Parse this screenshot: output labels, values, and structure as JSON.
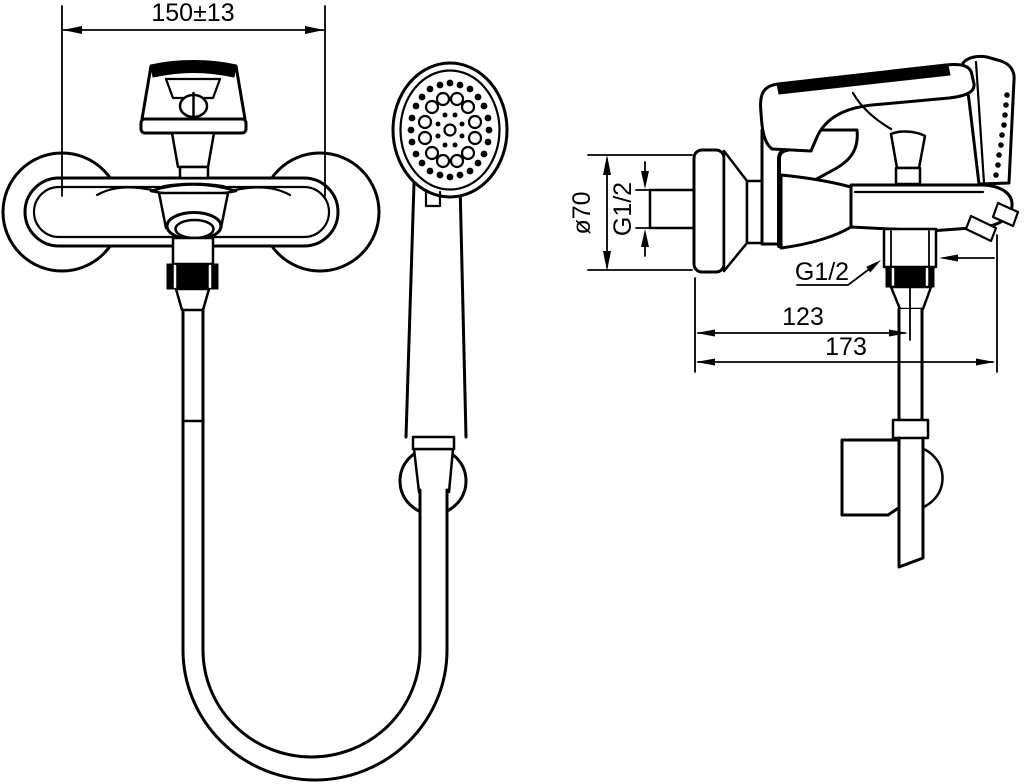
{
  "drawing": {
    "background_color": "#ffffff",
    "line_color": "#000000",
    "dimensions": {
      "front_width": "150±13",
      "escutcheon_diameter": "ø70",
      "wall_thread": "G1/2",
      "outlet_thread": "G1/2",
      "wall_to_outlet": "123",
      "wall_to_spout": "173"
    }
  }
}
